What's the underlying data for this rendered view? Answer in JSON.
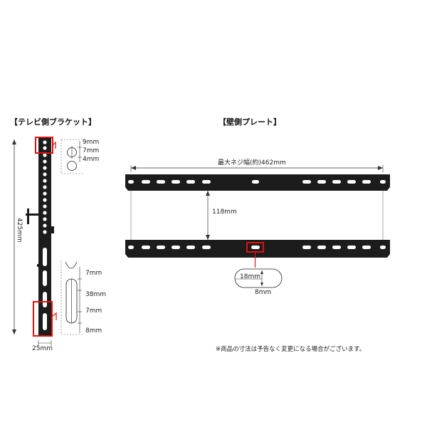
{
  "left_panel": {
    "title": "【テレビ側ブラケット】",
    "dim_height": "425mm",
    "dim_width": "25mm",
    "top_detail": {
      "d1": "9mm",
      "d2": "7mm",
      "d3": "4mm"
    },
    "slot_detail": {
      "d1": "7mm",
      "d2": "38mm",
      "d3": "7mm",
      "d4": "8mm"
    }
  },
  "right_panel": {
    "title": "【壁側プレート】",
    "dim_width": "最大ネジ幅(約)462mm",
    "dim_spacing": "118mm",
    "slot_detail": {
      "width": "18mm",
      "height": "8mm"
    }
  },
  "note": "※商品の寸法は予告なく変更になる場合がございます。",
  "colors": {
    "metal": "#1c1c1c",
    "highlight": "#e01010",
    "dim_line": "#333333"
  }
}
